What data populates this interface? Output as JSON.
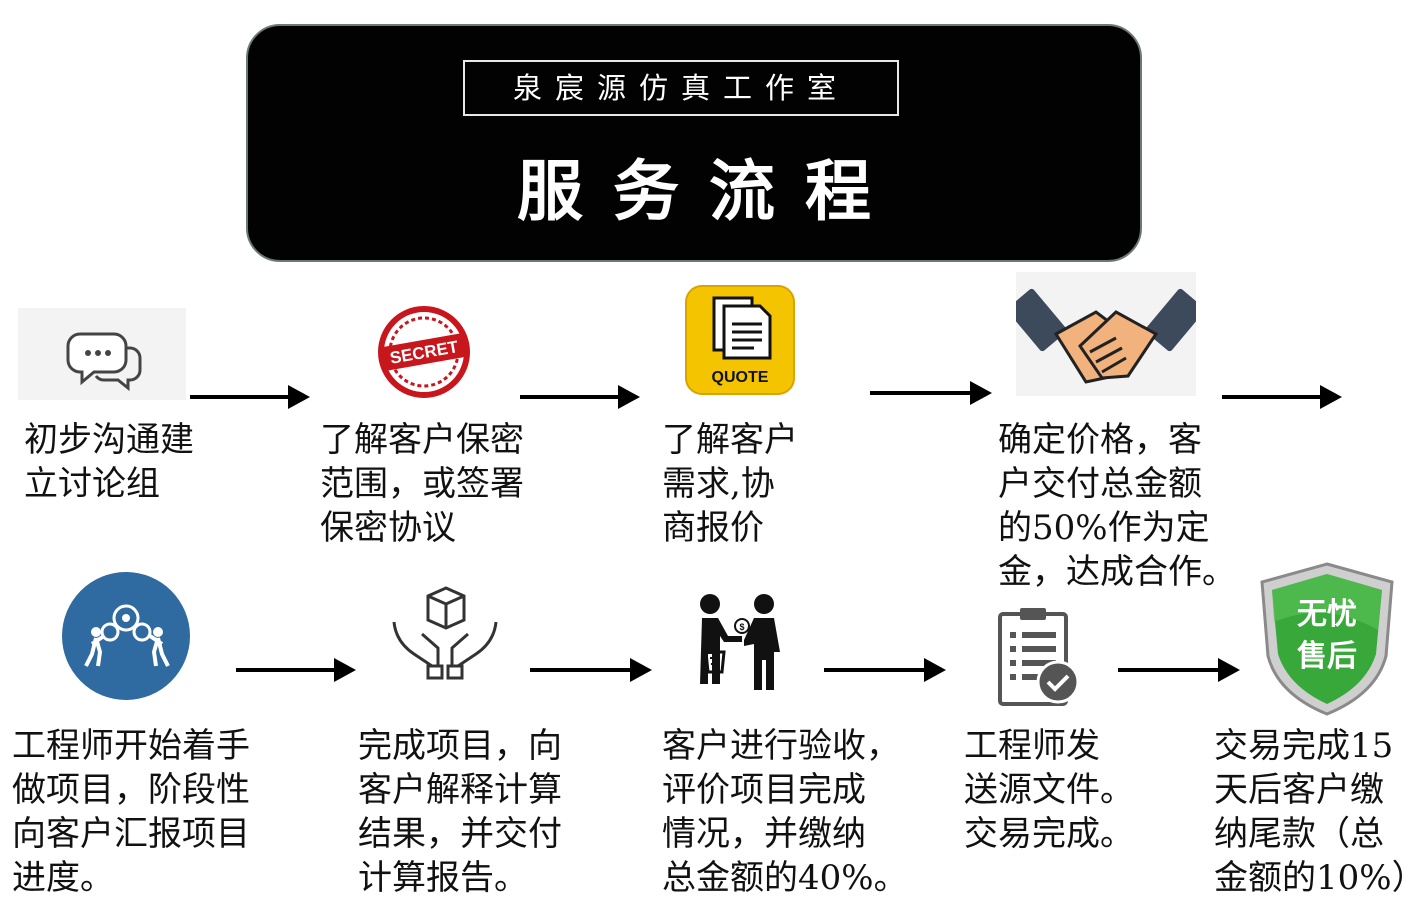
{
  "header": {
    "subtitle": "泉宸源仿真工作室",
    "title": "服务流程"
  },
  "steps_row1": [
    {
      "icon": "chat-bubbles-icon",
      "text": "初步沟通建\n立讨论组"
    },
    {
      "icon": "secret-stamp-icon",
      "text": "了解客户保密\n范围，或签署\n保密协议"
    },
    {
      "icon": "quote-document-icon",
      "badge": "QUOTE",
      "text": "了解客户\n需求,协\n商报价"
    },
    {
      "icon": "handshake-icon",
      "text": "确定价格，客\n户交付总金额\n的50%作为定\n金，达成合作。"
    }
  ],
  "steps_row2": [
    {
      "icon": "engineers-gears-icon",
      "text": "工程师开始着手\n做项目，阶段性\n向客户汇报项目\n进度。"
    },
    {
      "icon": "hands-box-icon",
      "text": "完成项目，向\n客户解释计算\n结果，并交付\n计算报告。"
    },
    {
      "icon": "payment-exchange-icon",
      "text": "客户进行验收，\n评价项目完成\n情况，并缴纳\n总金额的40%。"
    },
    {
      "icon": "checklist-icon",
      "text": "工程师发\n送源文件。\n交易完成。"
    },
    {
      "icon": "shield-aftersales-icon",
      "badge_line1": "无忧",
      "badge_line2": "售后",
      "text": "交易完成15\n天后客户缴\n纳尾款（总\n金额的10%）"
    }
  ],
  "secret_stamp_text": "SECRET",
  "colors": {
    "header_bg": "#020202",
    "quote_yellow": "#f5c400",
    "secret_red": "#c8161d",
    "engineer_blue": "#2f6aa0",
    "shield_green": "#39a83a",
    "handshake_skin": "#f2b27d",
    "sleeve_dark": "#3c4a5c"
  }
}
